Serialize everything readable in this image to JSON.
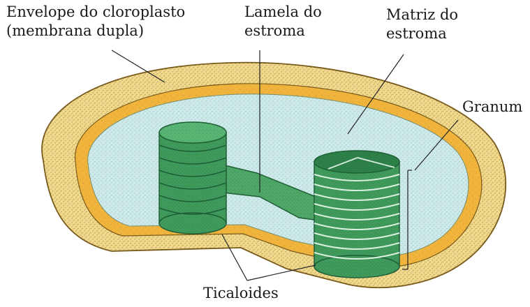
{
  "labels": {
    "envelope": {
      "line1": "Envelope do cloroplasto",
      "line2": "(membrana dupla)"
    },
    "lamela": {
      "line1": "Lamela do",
      "line2": "estroma"
    },
    "matriz": {
      "line1": "Matriz do",
      "line2": "estroma"
    },
    "granum": "Granum",
    "ticaloides": "Ticaloides"
  },
  "colors": {
    "envelope_outer": "#f2d98a",
    "envelope_inner": "#f0b43c",
    "stroma": "#cdeaea",
    "thylakoid": "#3f9a5c",
    "thylakoid_dark": "#1f5f36",
    "stipple": "#333333",
    "leader_line": "#222222"
  }
}
